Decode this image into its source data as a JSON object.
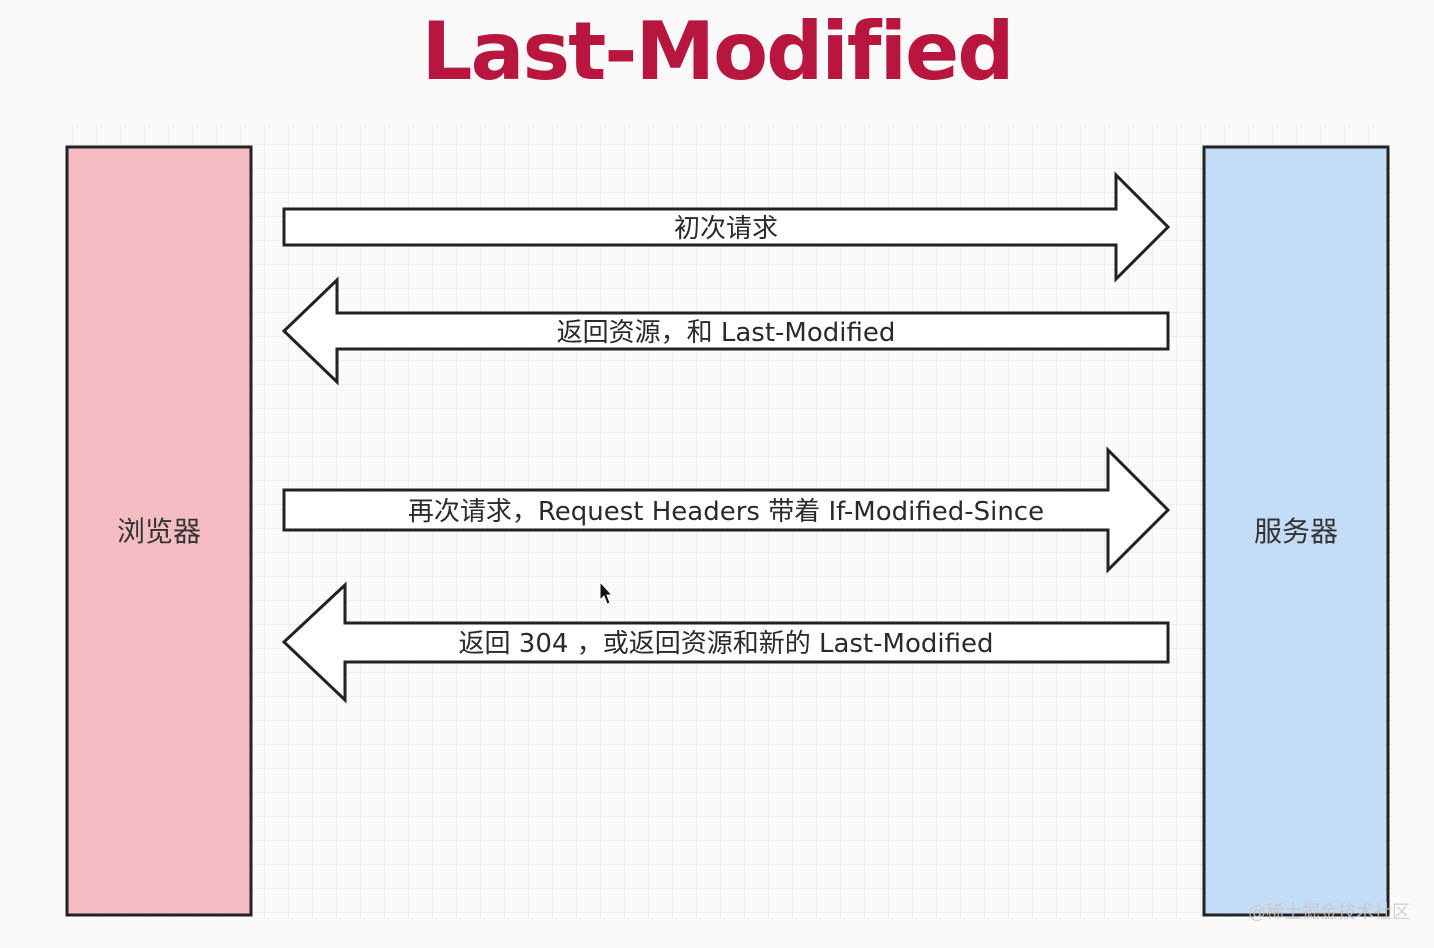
{
  "title": "Last-Modified",
  "colors": {
    "title": "#b8163f",
    "browser_fill": "#f6bcc4",
    "server_fill": "#c4dcf6",
    "stroke": "#222222",
    "grid": "#e6e6e6"
  },
  "browser": {
    "label": "浏览器"
  },
  "server": {
    "label": "服务器"
  },
  "arrows": [
    {
      "direction": "right",
      "label": "初次请求"
    },
    {
      "direction": "left",
      "label": "返回资源，和 Last-Modified"
    },
    {
      "direction": "right",
      "label": "再次请求，Request Headers 带着 If-Modified-Since"
    },
    {
      "direction": "left",
      "label": "返回 304 ，或返回资源和新的 Last-Modified"
    }
  ],
  "watermark": "@稀土掘金技术社区",
  "cursor_icon": "mouse-pointer-icon"
}
